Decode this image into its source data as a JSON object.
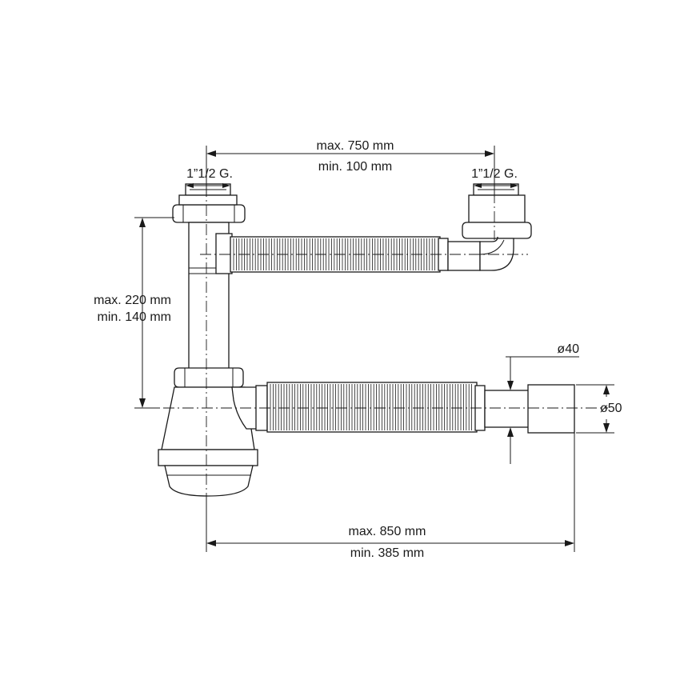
{
  "dimensions": {
    "width_max": "max. 750 mm",
    "width_min": "min.  100 mm",
    "thread_left": "1”1/2 G.",
    "thread_right": "1”1/2 G.",
    "height_max": "max. 220 mm",
    "height_min": "min.  140 mm",
    "diameter_inner": "ø40",
    "diameter_outer": "ø50",
    "length_max": "max. 850 mm",
    "length_min": "min.  385 mm"
  },
  "colors": {
    "line": "#1a1a1a",
    "background": "#ffffff"
  }
}
